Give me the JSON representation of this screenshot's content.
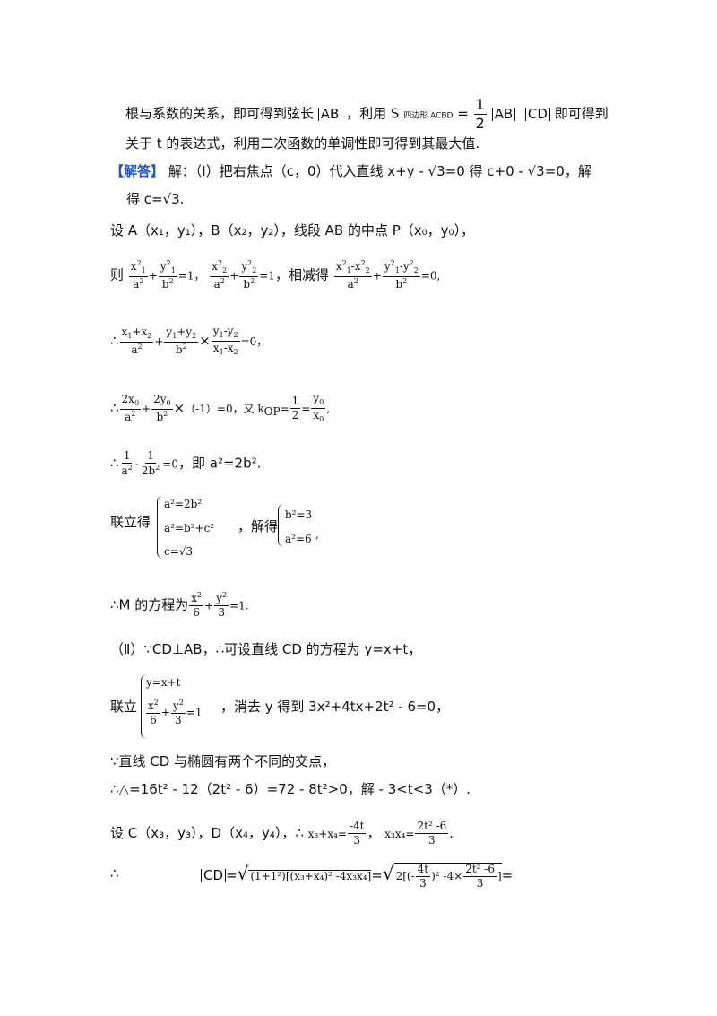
{
  "line1_pre": "根与系数的关系，即可得到弦长",
  "AB": "AB",
  "line1_mid": "，利用 S",
  "S_sub": "四边形 ACBD",
  "eq": "=",
  "half_n": "1",
  "half_d": "2",
  "CD": "CD",
  "line1_post": "即可得到",
  "line2": "关于 t 的表达式，利用二次函数的单调性即可得到其最大值.",
  "answer_tag": "【解答】",
  "ans1": "解：（Ⅰ）把右焦点（c，0）代入直线 x+y - √3=0 得 c+0 - √3=0，解",
  "ans2": "得 c=√3.",
  "set_AB": "设 A（x₁，y₁），B（x₂，y₂），线段 AB 的中点 P（x₀，y₀），",
  "then": "则",
  "subtract": "，相减得",
  "therefore": "∴",
  "eq0": "=0，",
  "times": "×",
  "minus1": "（-1）=0，又 k",
  "OP": "OP",
  "eq_half": "=",
  "lead_a2": "，即 a²=2b².",
  "lianli": "联立得",
  "sys1": [
    "a²=2b²",
    "a²=b²+c²",
    "c=√3"
  ],
  "jiede": "，解得",
  "sol1": [
    "b²=3",
    "a²=6"
  ],
  "M_eq": "∴M 的方程为",
  "part2": "（Ⅱ）∵CD⊥AB，∴可设直线 CD 的方程为 y=x+t，",
  "lianli2": "联立",
  "sys2_top": "y=x+t",
  "eliminate": "，消去 y 得到 3x²+4tx+2t² - 6=0，",
  "because_line": "∵直线 CD 与椭圆有两个不同的交点，",
  "delta": "∴△=16t² - 12（2t² - 6）=72 - 8t²>0，解 - 3<t<3（*）.",
  "set_CD": "设 C（x₃，y₃），D（x₄，y₄），∴",
  "sum_lhs": "x₃+x₄=",
  "sum_n": "-4t",
  "sum_d": "3",
  "prod_lhs": "x₃x₄=",
  "prod_n": "2t² -6",
  "prod_d": "3",
  "final_therefore": "∴",
  "cd_abs": "CD",
  "rad1": "(1+1²)[(x₃+x₄)² -4x₃x₄]",
  "rad2a": "2[(-",
  "rad2_n": "4t",
  "rad2_d": "3",
  "rad2b": ")² -4×",
  "rad2c_n": "2t² -6",
  "rad2c_d": "3",
  "rad2d": "]"
}
